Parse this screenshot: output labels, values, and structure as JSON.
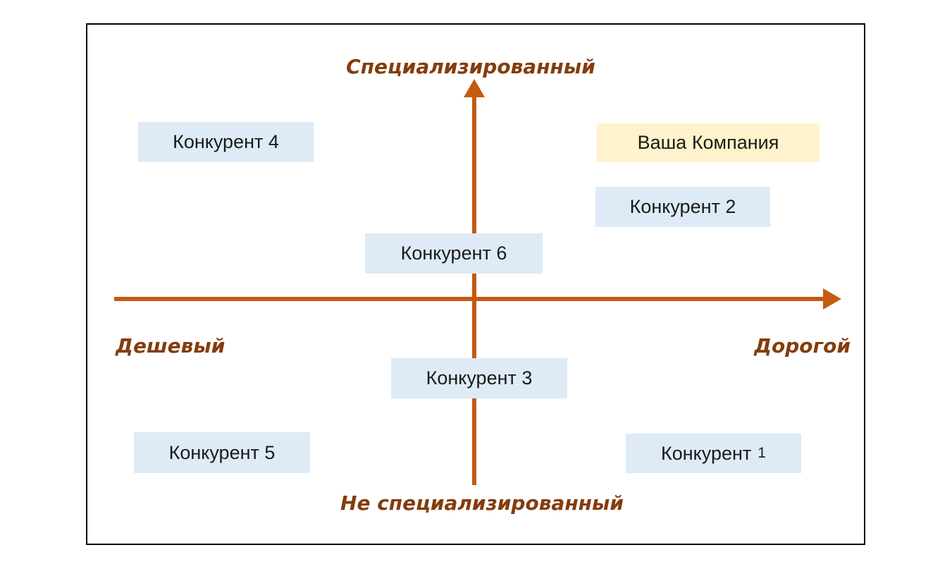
{
  "diagram": {
    "type": "positioning-map",
    "axes": {
      "vertical_top_label": "Специализированный",
      "vertical_bottom_label": "Не специализированный",
      "horizontal_left_label": "Дешевый",
      "horizontal_right_label": "Дорогой"
    },
    "colors": {
      "axis_arrow": "#C55A11",
      "axis_label_text": "#843C0C",
      "competitor_box_fill": "#DEEBF7",
      "company_box_fill": "#FFF2CC",
      "box_text": "#1A1A1A",
      "frame_border": "#000000"
    },
    "boxes": [
      {
        "id": "competitor-4",
        "label": "Конкурент 4",
        "quadrant": "top-left",
        "highlight": false
      },
      {
        "id": "your-company",
        "label": "Ваша Компания",
        "quadrant": "top-right",
        "highlight": true
      },
      {
        "id": "competitor-2",
        "label": "Конкурент 2",
        "quadrant": "top-right",
        "highlight": false
      },
      {
        "id": "competitor-6",
        "label": "Конкурент 6",
        "quadrant": "center-above-axis",
        "highlight": false
      },
      {
        "id": "competitor-3",
        "label": "Конкурент 3",
        "quadrant": "center-below-axis",
        "highlight": false
      },
      {
        "id": "competitor-5",
        "label": "Конкурент 5",
        "quadrant": "bottom-left",
        "highlight": false
      },
      {
        "id": "competitor-1",
        "label_text": "Конкурент",
        "label_number": "1",
        "label": "Конкурент 1",
        "quadrant": "bottom-right",
        "highlight": false
      }
    ]
  }
}
